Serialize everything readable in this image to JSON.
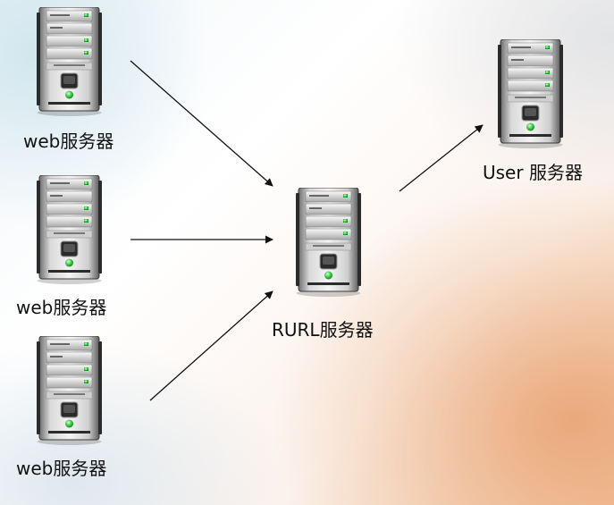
{
  "nodes": {
    "web1": {
      "label": "web服务器",
      "icon": "server-icon"
    },
    "web2": {
      "label": "web服务器",
      "icon": "server-icon"
    },
    "web3": {
      "label": "web服务器",
      "icon": "server-icon"
    },
    "rurl": {
      "label": "RURL服务器",
      "icon": "server-icon"
    },
    "user": {
      "label": "User 服务器",
      "icon": "server-icon"
    }
  },
  "edges": [
    {
      "from": "web1",
      "to": "rurl"
    },
    {
      "from": "web2",
      "to": "rurl"
    },
    {
      "from": "web3",
      "to": "rurl"
    },
    {
      "from": "rurl",
      "to": "user"
    }
  ],
  "colors": {
    "arrow": "#111111",
    "led": "#3ecf4a"
  }
}
